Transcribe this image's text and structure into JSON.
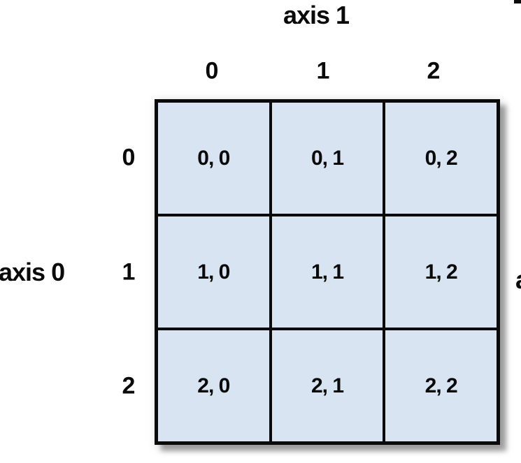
{
  "figure": {
    "top_axis_label": "axis 1",
    "left_axis_label": "axis 0",
    "column_headers": [
      "0",
      "1",
      "2"
    ],
    "row_headers": [
      "0",
      "1",
      "2"
    ],
    "cells": [
      [
        "0, 0",
        "0, 1",
        "0, 2"
      ],
      [
        "1, 0",
        "1, 1",
        "1, 2"
      ],
      [
        "2, 0",
        "2, 1",
        "2, 2"
      ]
    ],
    "colors": {
      "cell_fill": "#d8e4f1",
      "grid_border": "#0a0a0a",
      "text": "#0a0a0a",
      "shadow": "#a0a0a0",
      "background": "#ffffff"
    },
    "edge_artifact_glyph": "a"
  }
}
